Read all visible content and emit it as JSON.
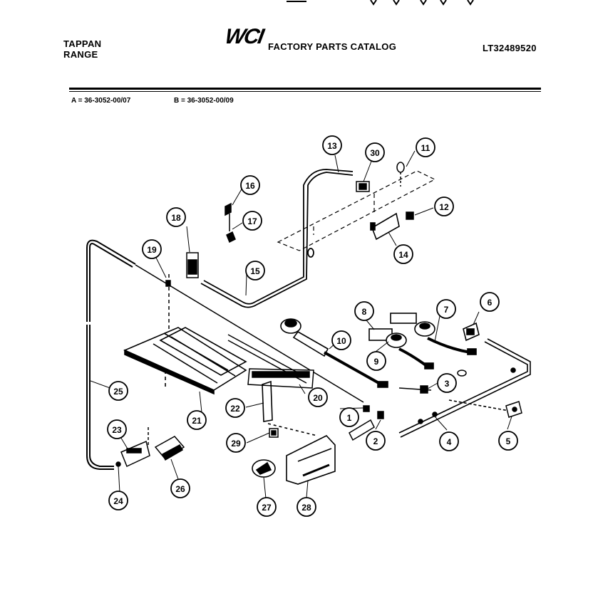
{
  "header": {
    "brand_line1": "TAPPAN",
    "brand_line2": "RANGE",
    "logo": "WCI",
    "catalog_title": "FACTORY PARTS CATALOG",
    "model_number": "LT32489520"
  },
  "codes": {
    "a": "A = 36-3052-00/07",
    "b": "B = 36-3052-00/09"
  },
  "callouts": [
    "1",
    "2",
    "3",
    "4",
    "5",
    "6",
    "7",
    "8",
    "9",
    "10",
    "11",
    "12",
    "13",
    "14",
    "15",
    "16",
    "17",
    "18",
    "19",
    "20",
    "21",
    "22",
    "23",
    "24",
    "25",
    "26",
    "27",
    "28",
    "29",
    "30"
  ]
}
